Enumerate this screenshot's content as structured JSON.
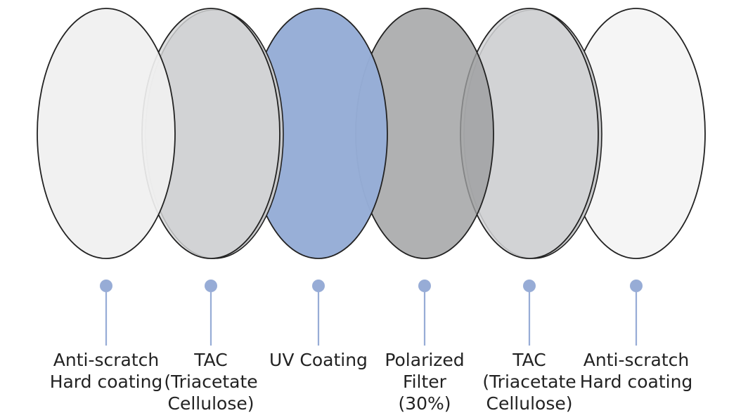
{
  "diagram": {
    "layers": [
      {
        "id": "anti-scratch-front",
        "label_lines": [
          "Anti-scratch",
          "Hard coating"
        ],
        "fill": "#f0f0f0",
        "fill_opacity": 0.92,
        "has_edge": false,
        "shape": "lens-disc-icon"
      },
      {
        "id": "tac-front",
        "label_lines": [
          "TAC",
          "(Triacetate",
          "Cellulose)"
        ],
        "fill": "#d4d5d7",
        "fill_opacity": 0.82,
        "has_edge": true,
        "shape": "lens-disc-icon"
      },
      {
        "id": "uv-coating",
        "label_lines": [
          "UV Coating"
        ],
        "fill": "#96add6",
        "fill_opacity": 0.98,
        "has_edge": false,
        "shape": "lens-disc-icon"
      },
      {
        "id": "polarized-filter",
        "label_lines": [
          "Polarized",
          "Filter",
          "(30%)"
        ],
        "fill": "#9c9d9f",
        "fill_opacity": 0.8,
        "has_edge": false,
        "shape": "lens-disc-icon"
      },
      {
        "id": "tac-back",
        "label_lines": [
          "TAC",
          "(Triacetate",
          "Cellulose)"
        ],
        "fill": "#d4d5d7",
        "fill_opacity": 0.85,
        "has_edge": true,
        "shape": "lens-disc-icon"
      },
      {
        "id": "anti-scratch-back",
        "label_lines": [
          "Anti-scratch",
          "Hard coating"
        ],
        "fill": "#f3f3f3",
        "fill_opacity": 0.85,
        "has_edge": false,
        "shape": "lens-disc-icon"
      }
    ],
    "colors": {
      "outline": "#222222",
      "edge_fill": "#c8c9cb",
      "connector": "#97acd6",
      "label_text": "#222222"
    }
  }
}
